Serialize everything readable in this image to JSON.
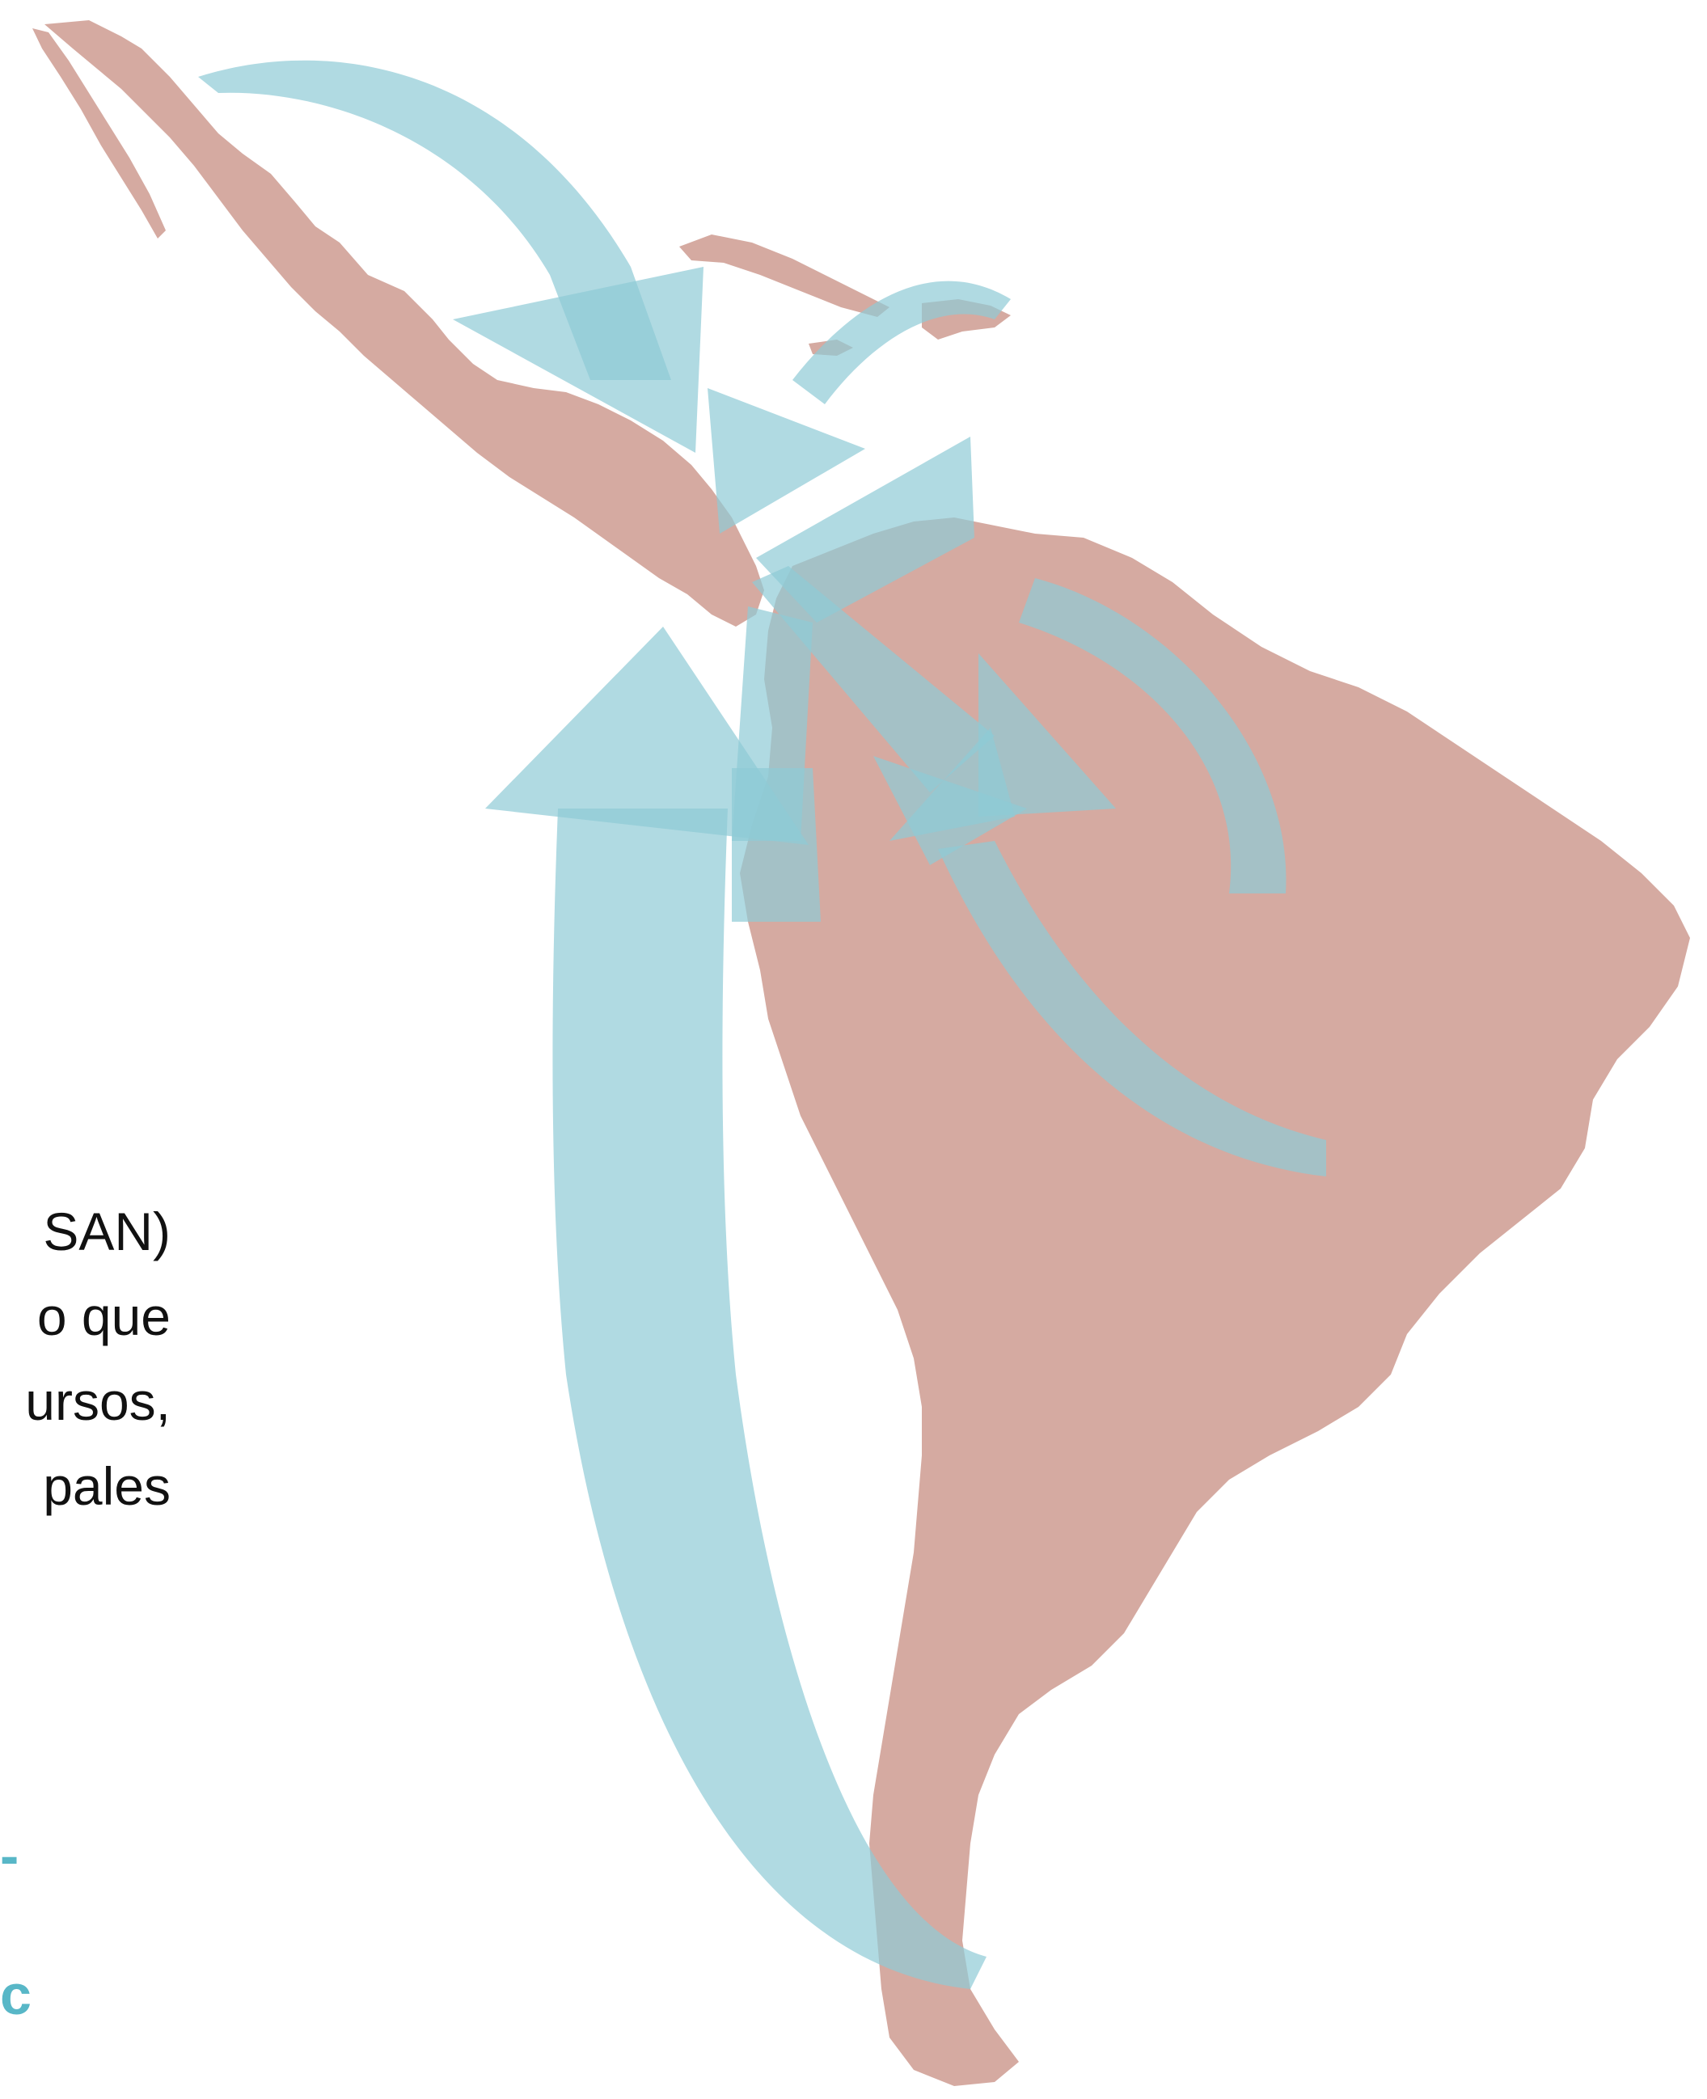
{
  "text_lines": [
    "SAN)",
    "o que",
    "ursos,",
    "pales"
  ],
  "accent_fragments": [
    "-",
    "c"
  ],
  "colors": {
    "land": "#c78d82",
    "land_opacity": 0.75,
    "arrow": "#8fcad6",
    "arrow_opacity": 0.7,
    "accent_text": "#58b7c7",
    "body_text": "#111111"
  }
}
